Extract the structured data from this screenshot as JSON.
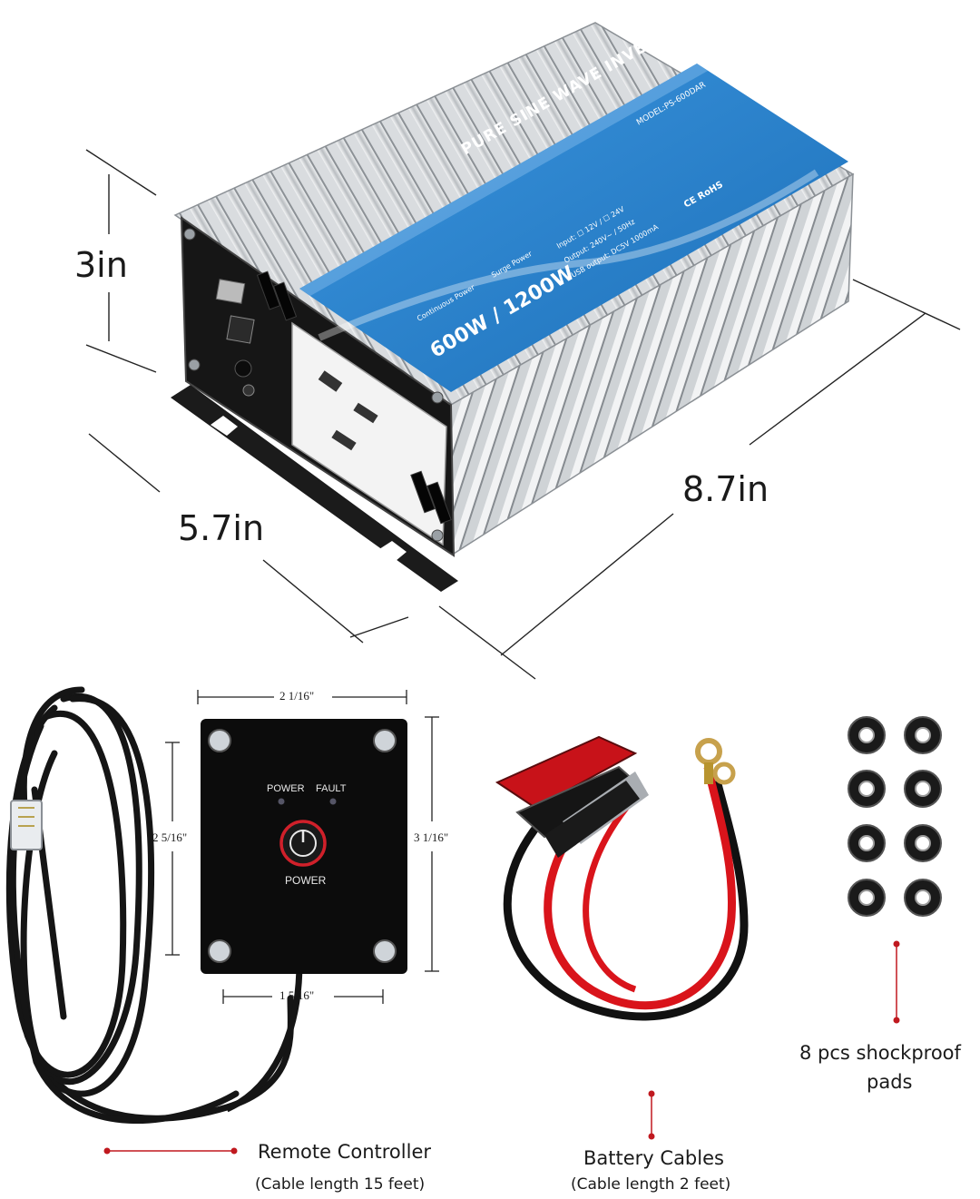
{
  "dimensions": {
    "height": "3in",
    "width": "5.7in",
    "length": "8.7in"
  },
  "inverter": {
    "title": "PURE SINE WAVE INVERTER",
    "model": "MODEL:PS-600DAR",
    "rating": "600W / 1200W",
    "continuous_label": "Continuous Power",
    "surge_label": "Surge Power",
    "input": "Input: ☐ 12V / ☐ 24V",
    "output": "Output: 240V~ / 50Hz",
    "usb": "USB output: DC5V 1000mA",
    "marks": "CE RoHS",
    "body_color": "#c9cccf",
    "label_color": "#2e86d1"
  },
  "remote": {
    "width_dim": "2 1/16\"",
    "height_left_dim": "2 5/16\"",
    "height_right_dim": "3 1/16\"",
    "bottom_dim": "1 5/16\"",
    "power_led": "POWER",
    "fault_led": "FAULT",
    "power_button": "POWER",
    "accent": "#d0202a"
  },
  "captions": {
    "remote_title": "Remote Controller",
    "remote_sub": "(Cable length 15 feet)",
    "battery_title": "Battery Cables",
    "battery_sub": "(Cable length 2 feet)",
    "pads_title_1": "8 pcs shockproof",
    "pads_title_2": "pads",
    "marker_color": "#c0191f"
  }
}
